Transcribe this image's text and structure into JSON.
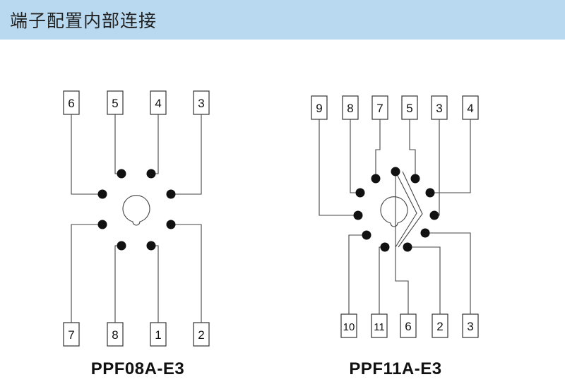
{
  "header": {
    "title": "端子配置内部连接"
  },
  "diagrams": [
    {
      "model": "PPF08A-E3",
      "top_pins": [
        "6",
        "5",
        "4",
        "3"
      ],
      "bottom_pins": [
        "7",
        "8",
        "1",
        "2"
      ]
    },
    {
      "model": "PPF11A-E3",
      "top_pins": [
        "9",
        "8",
        "7",
        "5",
        "3",
        "4"
      ],
      "bottom_pins": [
        "10",
        "11",
        "6",
        "2",
        "3"
      ]
    }
  ]
}
